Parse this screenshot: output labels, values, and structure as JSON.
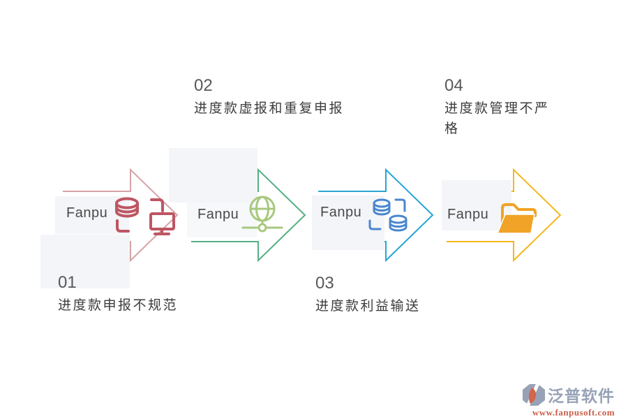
{
  "page": {
    "background": "#ffffff"
  },
  "steps": [
    {
      "id": "01",
      "title": "进度款申报不规范",
      "brand": "Fanpu",
      "arrow_color": "#d6a3a7",
      "icon": "database-monitor-icon",
      "icon_color": "#be5663",
      "label_position": "below"
    },
    {
      "id": "02",
      "title": "进度款虚报和重复申报",
      "brand": "Fanpu",
      "arrow_color": "#55b085",
      "icon": "globe-network-icon",
      "icon_color": "#a7c87e",
      "label_position": "above"
    },
    {
      "id": "03",
      "title": "进度款利益输送",
      "brand": "Fanpu",
      "arrow_color": "#27a5d4",
      "icon": "database-sync-icon",
      "icon_color": "#4a86cf",
      "label_position": "below"
    },
    {
      "id": "04",
      "title": "进度款管理不严格",
      "brand": "Fanpu",
      "arrow_color": "#f4b71d",
      "icon": "folder-icon",
      "icon_color": "#f0a327",
      "label_position": "above"
    }
  ],
  "watermark": {
    "brand_name": "泛普软件",
    "url": "www.fanpusoft.com",
    "brand_color": "#97a2b6",
    "url_color": "#c95f4a",
    "accent_color": "#d2654c"
  }
}
